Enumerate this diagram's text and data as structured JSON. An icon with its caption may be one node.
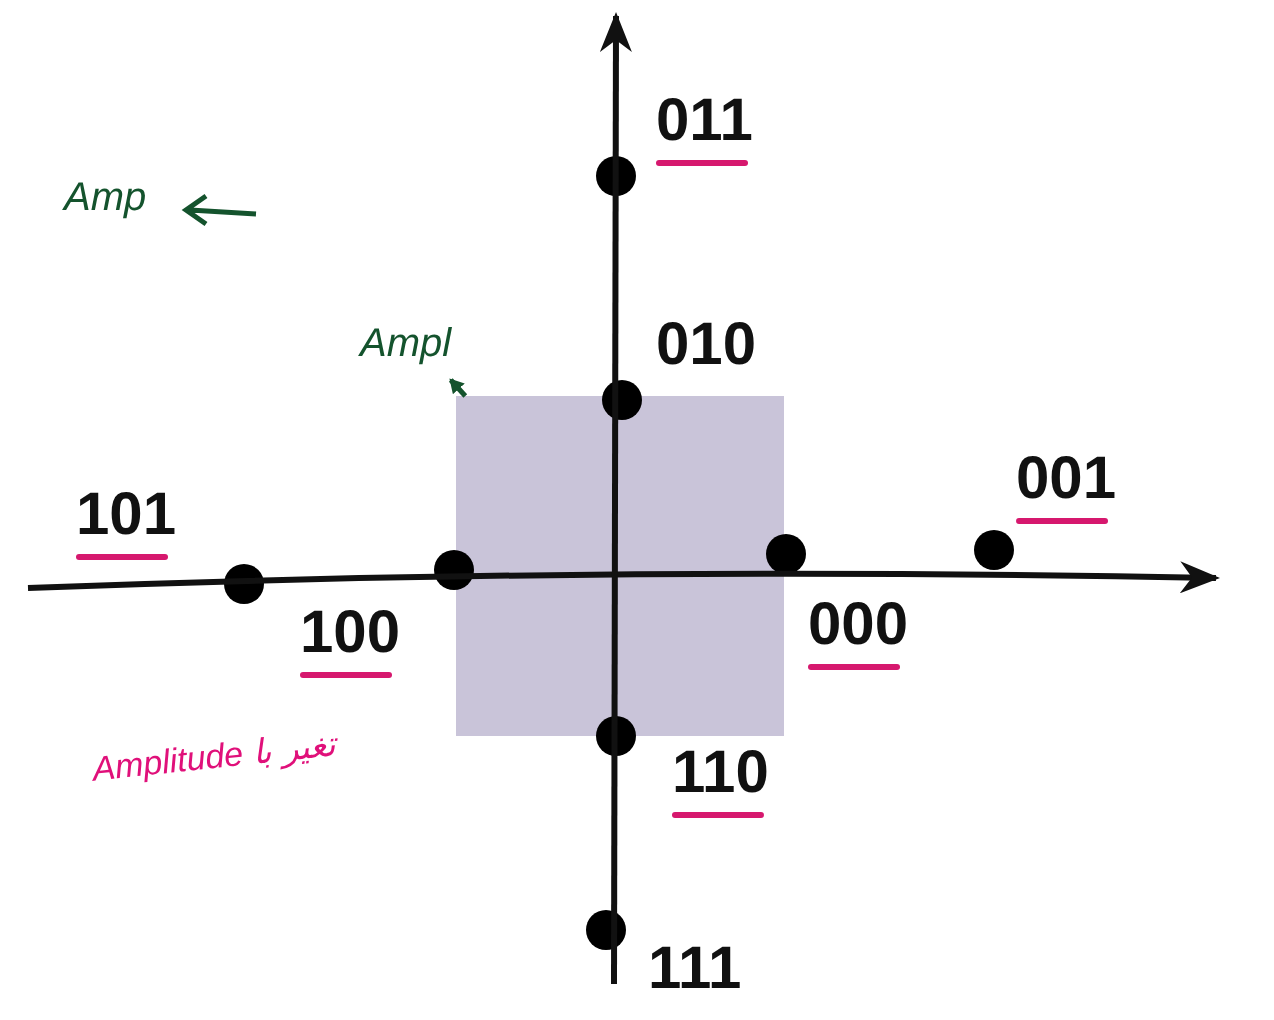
{
  "diagram": {
    "nodes": [
      {
        "text": [],
        "shape": "box"
      },
      {
        "text": [],
        "shape": "circle",
        "beside": [
          "011"
        ]
      },
      {
        "text": [],
        "shape": "circle",
        "beside": [
          "010"
        ]
      },
      {
        "text": [],
        "shape": "circle",
        "beside": [
          "101"
        ]
      },
      {
        "text": [],
        "shape": "circle",
        "beside": [
          "100"
        ]
      },
      {
        "text": [],
        "shape": "circle",
        "beside": [
          "000"
        ]
      },
      {
        "text": [],
        "shape": "circle",
        "beside": [
          "001"
        ]
      },
      {
        "text": [],
        "shape": "circle",
        "beside": [
          "110"
        ]
      },
      {
        "text": [],
        "shape": "circle",
        "beside": [
          "111"
        ]
      },
      {
        "text": [
          "Ampl"
        ]
      }
    ],
    "edges": [
      {
        "from": 0,
        "to": 9,
        "arrow": "to",
        "color": "#14532d"
      }
    ],
    "labels": [
      "Amp",
      "تغیر با Amplitude"
    ]
  }
}
